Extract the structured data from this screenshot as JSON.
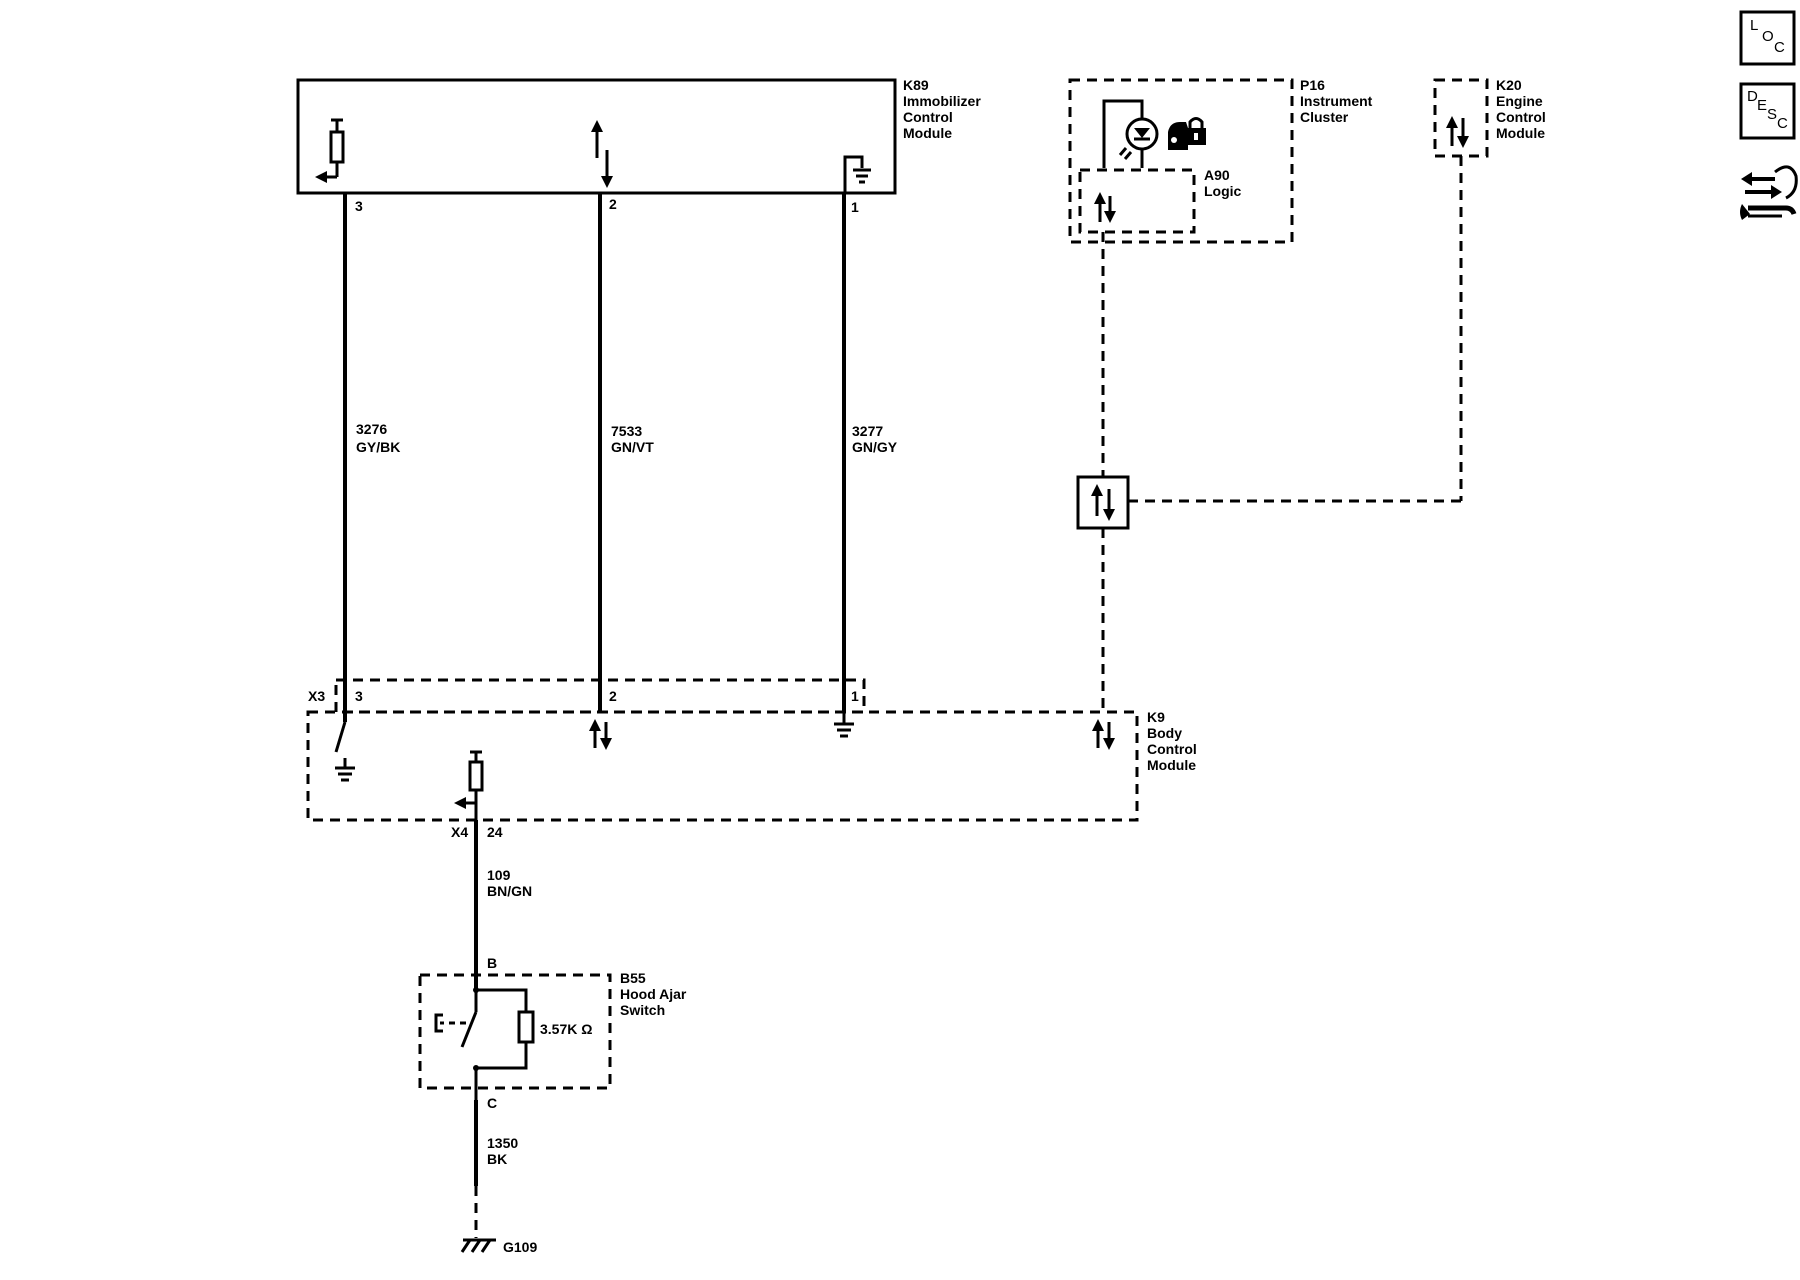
{
  "modules": {
    "k89": {
      "line1": "K89",
      "line2": "Immobilizer",
      "line3": "Control",
      "line4": "Module"
    },
    "p16": {
      "line1": "P16",
      "line2": "Instrument",
      "line3": "Cluster"
    },
    "a90": {
      "line1": "A90",
      "line2": "Logic"
    },
    "k20": {
      "line1": "K20",
      "line2": "Engine",
      "line3": "Control",
      "line4": "Module"
    },
    "k9": {
      "line1": "K9",
      "line2": "Body",
      "line3": "Control",
      "line4": "Module"
    },
    "b55": {
      "line1": "B55",
      "line2": "Hood Ajar",
      "line3": "Switch"
    }
  },
  "pins": {
    "k89_3": "3",
    "k89_2": "2",
    "k89_1": "1",
    "x3": "X3",
    "x3_3": "3",
    "x3_2": "2",
    "x3_1": "1",
    "x4": "X4",
    "x4_24": "24",
    "b55_b": "B",
    "b55_c": "C"
  },
  "wires": {
    "w3276": {
      "circuit": "3276",
      "color": "GY/BK"
    },
    "w7533": {
      "circuit": "7533",
      "color": "GN/VT"
    },
    "w3277": {
      "circuit": "3277",
      "color": "GN/GY"
    },
    "w109": {
      "circuit": "109",
      "color": "BN/GN"
    },
    "w1350": {
      "circuit": "1350",
      "color": "BK"
    }
  },
  "resistor_value": "3.57K Ω",
  "ground": "G109",
  "nav": {
    "loc": {
      "l1": "L",
      "l2": "O",
      "l3": "C"
    },
    "desc": {
      "l1": "D",
      "l2": "E",
      "l3": "S",
      "l4": "C"
    },
    "icons": [
      "location-icon",
      "description-icon",
      "connector-wrench-icon"
    ]
  }
}
